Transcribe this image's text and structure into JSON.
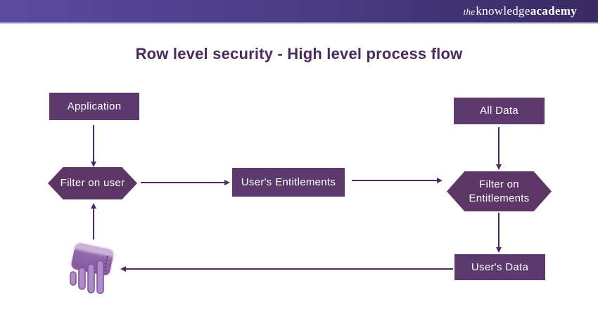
{
  "header": {
    "logo_the": "the",
    "logo_knowledge": "knowledge",
    "logo_academy": "academy"
  },
  "title": "Row level security - High level process flow",
  "colors": {
    "header_gradient_left": "#5b4aa0",
    "header_gradient_right": "#392a63",
    "header_underline": "#cdc6e6",
    "node_fill": "#5d3a6e",
    "hexagon_fill": "#5c3766",
    "arrow": "#4f2a5f",
    "title": "#4b2a5e",
    "node_text": "#ffffff",
    "page_bg": "#ffffff"
  },
  "diagram": {
    "nodes": {
      "application": "Application",
      "all_data": "All Data",
      "filter_on_user": "Filter on user",
      "users_entitlements": "User's Entitlements",
      "filter_on_entitlements": "Filter on Entitlements",
      "users_data": "User's Data"
    },
    "icons": {
      "power_bi": "power-bi-bar-chart-icon"
    },
    "edges": [
      {
        "from": "application",
        "to": "filter_on_user",
        "direction": "down"
      },
      {
        "from": "filter_on_user",
        "to": "users_entitlements",
        "direction": "right"
      },
      {
        "from": "users_entitlements",
        "to": "filter_on_entitlements",
        "direction": "right"
      },
      {
        "from": "all_data",
        "to": "filter_on_entitlements",
        "direction": "down"
      },
      {
        "from": "filter_on_entitlements",
        "to": "users_data",
        "direction": "down"
      },
      {
        "from": "users_data",
        "to": "power_bi_icon",
        "direction": "left"
      },
      {
        "from": "power_bi_icon",
        "to": "filter_on_user",
        "direction": "up"
      }
    ]
  }
}
